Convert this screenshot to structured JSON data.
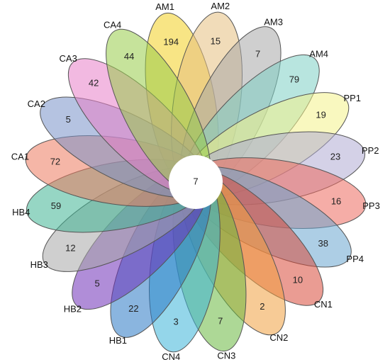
{
  "chart_data": {
    "type": "flower-venn",
    "core": {
      "value": "7"
    },
    "petals": [
      {
        "name": "AM1",
        "count": "194",
        "color": "#f2d020"
      },
      {
        "name": "AM2",
        "count": "15",
        "color": "#e6c080"
      },
      {
        "name": "AM3",
        "count": "7",
        "color": "#a8a8a8"
      },
      {
        "name": "AM4",
        "count": "79",
        "color": "#7ed0c4"
      },
      {
        "name": "PP1",
        "count": "19",
        "color": "#f4f28a"
      },
      {
        "name": "PP2",
        "count": "23",
        "color": "#b0acd4"
      },
      {
        "name": "PP3",
        "count": "16",
        "color": "#ec6a5e"
      },
      {
        "name": "PP4",
        "count": "38",
        "color": "#6aa6d0"
      },
      {
        "name": "CN1",
        "count": "10",
        "color": "#d84a3a"
      },
      {
        "name": "CN2",
        "count": "2",
        "color": "#f0a040"
      },
      {
        "name": "CN3",
        "count": "7",
        "color": "#6ab840"
      },
      {
        "name": "CN4",
        "count": "3",
        "color": "#3cb4d8"
      },
      {
        "name": "HB1",
        "count": "22",
        "color": "#2a78c4"
      },
      {
        "name": "HB2",
        "count": "5",
        "color": "#7030b8"
      },
      {
        "name": "HB3",
        "count": "12",
        "color": "#a8a8a8"
      },
      {
        "name": "HB4",
        "count": "59",
        "color": "#40b494"
      },
      {
        "name": "CA1",
        "count": "72",
        "color": "#ec7a5e"
      },
      {
        "name": "CA2",
        "count": "5",
        "color": "#7892c8"
      },
      {
        "name": "CA3",
        "count": "42",
        "color": "#e880c8"
      },
      {
        "name": "CA4",
        "count": "44",
        "color": "#98cc48"
      }
    ]
  }
}
